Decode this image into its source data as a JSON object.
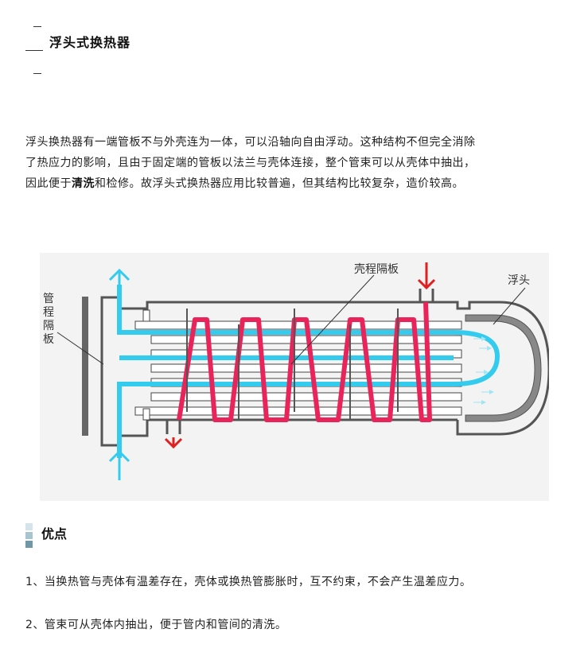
{
  "heading": {
    "title": "浮头式换热器"
  },
  "intro": {
    "line1": "浮头换热器有一端管板不与外壳连为一体，可以沿轴向自由浮动。这种结构不但完全消除",
    "line2": "了热应力的影响，且由于固定端的管板以法兰与壳体连接，整个管束可以从壳体中抽出，",
    "line3_pre": "因此便于",
    "line3_bold": "清洗",
    "line3_post": "和检修。故浮头式换热器应用比较普遍，但其结构比较复杂，造价较高。"
  },
  "diagram": {
    "label_tubesheet": "管程隔板",
    "label_shell_baffle": "壳程隔板",
    "label_floating_head": "浮头",
    "colors": {
      "tube_fluid": "#33ccee",
      "shell_fluid": "#e8245a",
      "arrow_red": "#e02020",
      "metal": "#555555"
    }
  },
  "advantages": {
    "title": "优点",
    "item1": "1、当换热管与壳体有温差存在，壳体或换热管膨胀时，互不约束，不会产生温差应力。",
    "item2": "2、管束可从壳体内抽出，便于管内和管间的清洗。"
  }
}
